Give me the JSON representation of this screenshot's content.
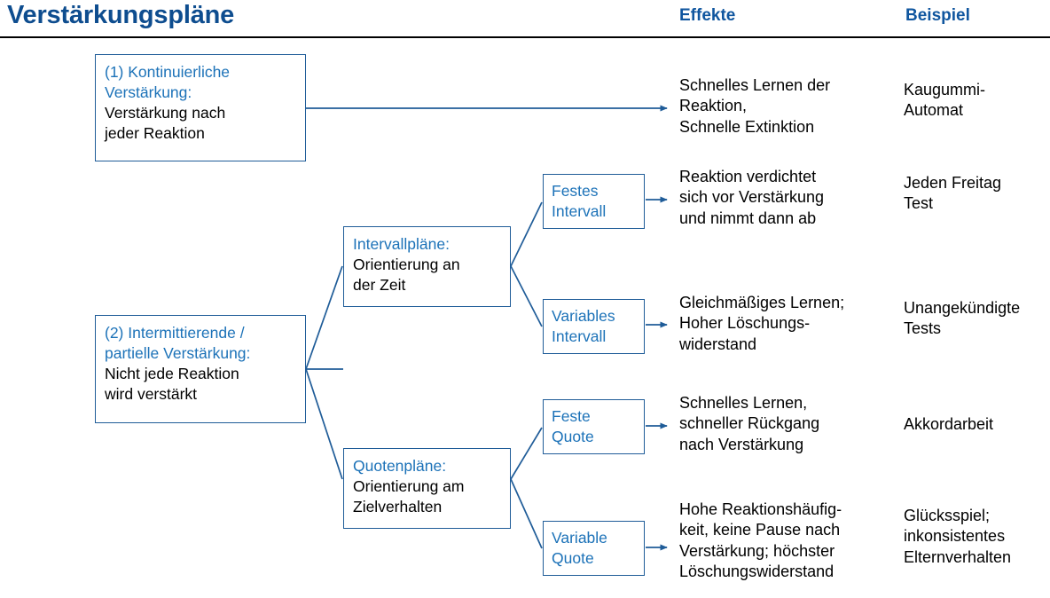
{
  "page": {
    "title": "Verstärkungspläne",
    "accent_blue": "#1C72B8",
    "title_blue": "#0E4D8F",
    "border_blue": "#1F5C98",
    "text_black": "#000000",
    "background": "#ffffff"
  },
  "columns": {
    "effects_header": "Effekte",
    "example_header": "Beispiel"
  },
  "primary_boxes": [
    {
      "id": "continuous",
      "heading": "(1) Kontinuierliche\nVerstärkung:",
      "body": "Verstärkung nach\njeder Reaktion"
    },
    {
      "id": "intermittent",
      "heading": "(2) Intermittierende /\npartielle Verstärkung:",
      "body": "Nicht jede Reaktion\nwird verstärkt"
    }
  ],
  "secondary_boxes": [
    {
      "id": "interval-plans",
      "heading": "Intervallpläne:",
      "body": "Orientierung an\nder Zeit"
    },
    {
      "id": "ratio-plans",
      "heading": "Quotenpläne:",
      "body": "Orientierung am\nZielverhalten"
    }
  ],
  "schedule_boxes": [
    {
      "id": "fixed-interval",
      "label": "Festes\nIntervall"
    },
    {
      "id": "variable-interval",
      "label": "Variables\nIntervall"
    },
    {
      "id": "fixed-ratio",
      "label": "Feste\nQuote"
    },
    {
      "id": "variable-ratio",
      "label": "Variable\nQuote"
    }
  ],
  "rows": [
    {
      "id": "continuous-row",
      "effects": "Schnelles Lernen der\nReaktion,\nSchnelle Extinktion",
      "example": "Kaugummi-\nAutomat"
    },
    {
      "id": "fixed-interval-row",
      "effects": "Reaktion verdichtet\nsich vor Verstärkung\nund nimmt dann ab",
      "example": "Jeden Freitag\nTest"
    },
    {
      "id": "variable-interval-row",
      "effects": "Gleichmäßiges Lernen;\nHoher Löschungs-\nwiderstand",
      "example": "Unangekündigte\nTests"
    },
    {
      "id": "fixed-ratio-row",
      "effects": "Schnelles Lernen,\nschneller Rückgang\nnach Verstärkung",
      "example": "Akkordarbeit"
    },
    {
      "id": "variable-ratio-row",
      "effects": "Hohe Reaktionshäufig-\nkeit, keine Pause nach\nVerstärkung; höchster\nLöschungswiderstand",
      "example": "Glücksspiel;\ninkonsistentes\nElternverhalten"
    }
  ]
}
